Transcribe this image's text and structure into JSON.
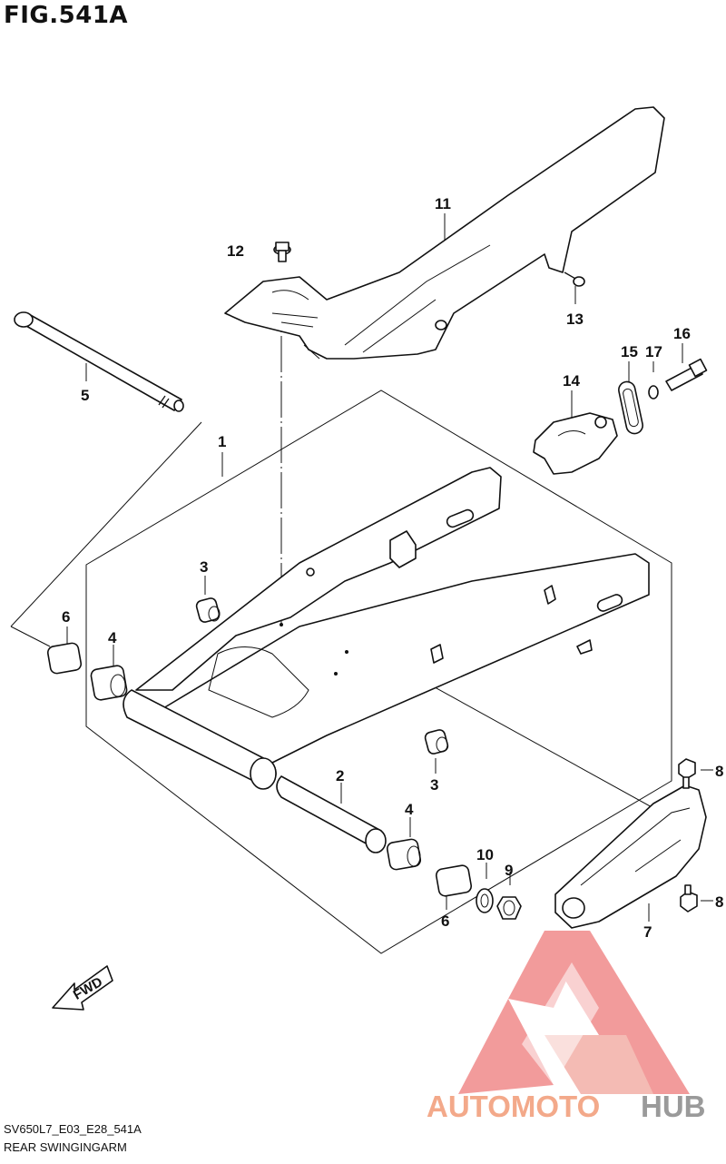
{
  "figure": {
    "title": "FIG.541A",
    "code": "SV650L7_E03_E28_541A",
    "name": "REAR SWINGINGARM"
  },
  "callouts": [
    {
      "id": "c1",
      "label": "1"
    },
    {
      "id": "c2",
      "label": "2"
    },
    {
      "id": "c3a",
      "label": "3"
    },
    {
      "id": "c3b",
      "label": "3"
    },
    {
      "id": "c4a",
      "label": "4"
    },
    {
      "id": "c4b",
      "label": "4"
    },
    {
      "id": "c5",
      "label": "5"
    },
    {
      "id": "c6a",
      "label": "6"
    },
    {
      "id": "c6b",
      "label": "6"
    },
    {
      "id": "c7",
      "label": "7"
    },
    {
      "id": "c8a",
      "label": "8"
    },
    {
      "id": "c8b",
      "label": "8"
    },
    {
      "id": "c9",
      "label": "9"
    },
    {
      "id": "c10",
      "label": "10"
    },
    {
      "id": "c11",
      "label": "11"
    },
    {
      "id": "c12",
      "label": "12"
    },
    {
      "id": "c13",
      "label": "13"
    },
    {
      "id": "c14",
      "label": "14"
    },
    {
      "id": "c15",
      "label": "15"
    },
    {
      "id": "c16",
      "label": "16"
    },
    {
      "id": "c17",
      "label": "17"
    }
  ],
  "fwd_label": "FWD",
  "watermark": {
    "part1": "AUTOMOTO",
    "part2": "HUB",
    "color1": "#f3a98a",
    "color2": "#9a9a9a",
    "logo_color": "#f08a8a"
  }
}
